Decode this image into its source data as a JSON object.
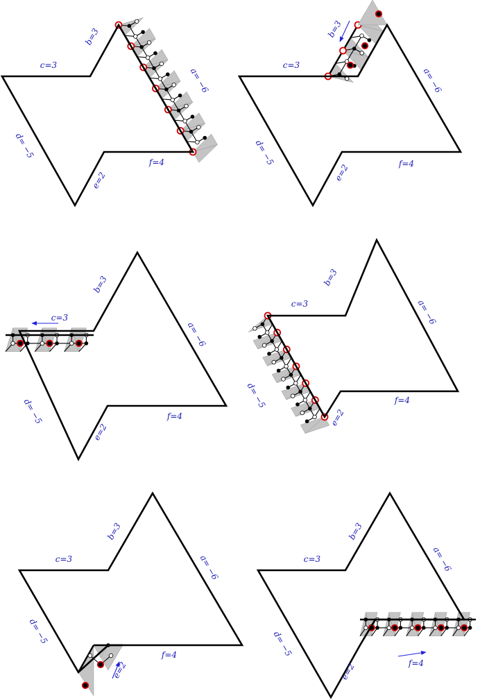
{
  "panels": [
    {
      "id": "p1",
      "labels": [
        {
          "key": "a",
          "text": "a= −6"
        },
        {
          "key": "b",
          "text": "b=3"
        },
        {
          "key": "c",
          "text": "c=3"
        },
        {
          "key": "d",
          "text": "d= −5"
        },
        {
          "key": "e",
          "text": "e=2"
        },
        {
          "key": "f",
          "text": "f=4"
        }
      ],
      "strip_side": "a",
      "arrow_label": null
    },
    {
      "id": "p2",
      "labels": [
        {
          "key": "a",
          "text": "a= −6"
        },
        {
          "key": "b",
          "text": "b=3"
        },
        {
          "key": "c",
          "text": "c=3"
        },
        {
          "key": "d",
          "text": "d= −5"
        },
        {
          "key": "e",
          "text": "e=2"
        },
        {
          "key": "f",
          "text": "f=4"
        }
      ],
      "strip_side": "b",
      "arrow_label": "b"
    },
    {
      "id": "p3",
      "labels": [
        {
          "key": "a",
          "text": "a= −6"
        },
        {
          "key": "b",
          "text": "b=3"
        },
        {
          "key": "c",
          "text": "c=3"
        },
        {
          "key": "d",
          "text": "d= −5"
        },
        {
          "key": "e",
          "text": "e=2"
        },
        {
          "key": "f",
          "text": "f=4"
        }
      ],
      "strip_side": "c",
      "arrow_label": "c"
    },
    {
      "id": "p4",
      "labels": [
        {
          "key": "a",
          "text": "a= −6"
        },
        {
          "key": "b",
          "text": "b=3"
        },
        {
          "key": "c",
          "text": "c=3"
        },
        {
          "key": "d",
          "text": "d= −5"
        },
        {
          "key": "e",
          "text": "e=2"
        },
        {
          "key": "f",
          "text": "f=4"
        }
      ],
      "strip_side": "d",
      "arrow_label": null
    },
    {
      "id": "p5",
      "labels": [
        {
          "key": "a",
          "text": "a= −6"
        },
        {
          "key": "b",
          "text": "b=3"
        },
        {
          "key": "c",
          "text": "c=3"
        },
        {
          "key": "d",
          "text": "d= −5"
        },
        {
          "key": "e",
          "text": "e=2"
        },
        {
          "key": "f",
          "text": "f=4"
        }
      ],
      "strip_side": "e",
      "arrow_label": "e"
    },
    {
      "id": "p6",
      "labels": [
        {
          "key": "a",
          "text": "a= −6"
        },
        {
          "key": "b",
          "text": "b=3"
        },
        {
          "key": "c",
          "text": "c=3"
        },
        {
          "key": "d",
          "text": "d= −5"
        },
        {
          "key": "e",
          "text": "e=2"
        },
        {
          "key": "f",
          "text": "f=4"
        }
      ],
      "strip_side": "f",
      "arrow_label": "f"
    }
  ],
  "colors": {
    "label": "#1a1ab3",
    "highlight": "#d00000",
    "strip_fill": "#c4c4c4"
  }
}
